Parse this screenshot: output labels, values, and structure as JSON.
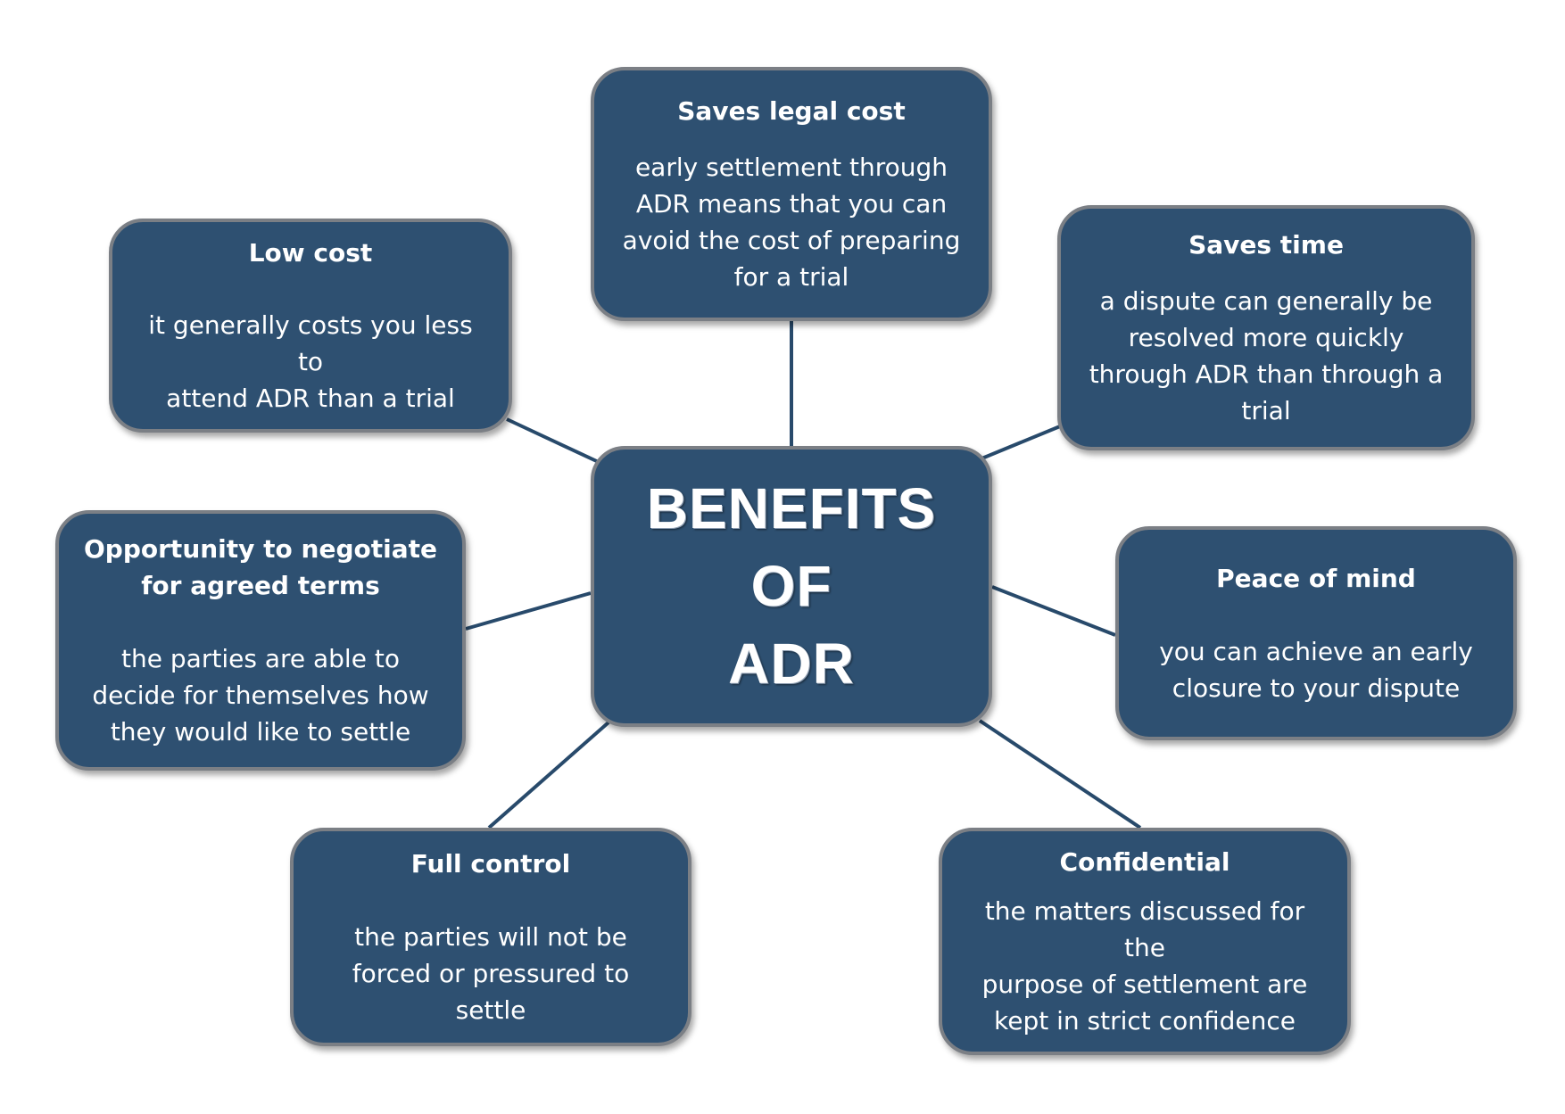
{
  "center": {
    "line1": "BENEFITS",
    "line2": "OF",
    "line3": "ADR"
  },
  "nodes": {
    "saves_legal_cost": {
      "title": "Saves legal cost",
      "lines": [
        "early settlement through",
        "ADR means that you can",
        "avoid the cost of preparing",
        "for a trial"
      ]
    },
    "low_cost": {
      "title": "Low cost",
      "lines": [
        "it generally costs you less to",
        "attend ADR than a trial"
      ]
    },
    "saves_time": {
      "title": "Saves time",
      "lines": [
        "a dispute can generally be",
        "resolved more quickly",
        "through ADR than through a",
        "trial"
      ]
    },
    "negotiate": {
      "title_lines": [
        "Opportunity to negotiate",
        "for agreed terms"
      ],
      "lines": [
        "the parties are able to",
        "decide for themselves how",
        "they would like to settle"
      ]
    },
    "peace_of_mind": {
      "title": "Peace of mind",
      "lines": [
        "you can achieve an early",
        "closure to your dispute"
      ]
    },
    "full_control": {
      "title": "Full control",
      "lines": [
        "the parties will not be",
        "forced or pressured to settle"
      ]
    },
    "confidential": {
      "title": "Confidential",
      "lines": [
        "the matters discussed for the",
        "purpose of settlement are",
        "kept in strict confidence"
      ]
    }
  },
  "colors": {
    "node_fill": "#2e5071",
    "node_border": "#7b7f85",
    "connector": "#284a6b",
    "text": "#ffffff"
  }
}
